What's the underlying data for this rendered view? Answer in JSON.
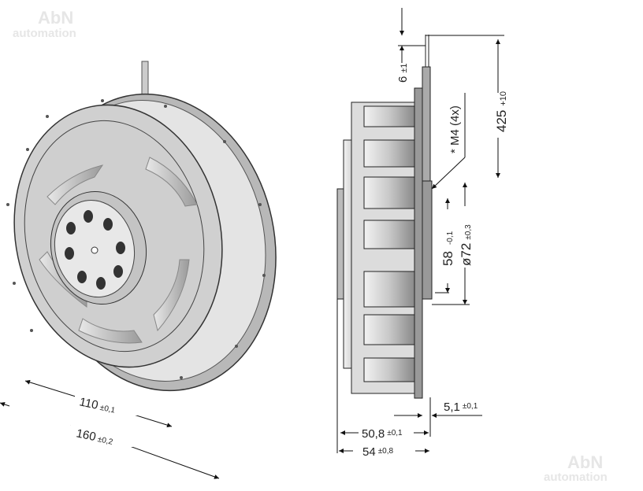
{
  "watermarks": [
    {
      "line1": "AbN",
      "line2": "automation"
    },
    {
      "line1": "AbN",
      "line2": "automation"
    }
  ],
  "dimensions": {
    "inner_diameter": {
      "value": "110",
      "tol": "±0,1"
    },
    "outer_diameter": {
      "value": "160",
      "tol": "±0,2"
    },
    "cable_offset": {
      "value": "6",
      "tol": "±1"
    },
    "cable_length": {
      "value": "425",
      "tol": "+10"
    },
    "thread": {
      "label": "* M4 (4x)"
    },
    "hole_spacing": {
      "value": "58",
      "tol": "-0,1"
    },
    "flange_diameter": {
      "value": "ø72",
      "tol": "±0,3"
    },
    "flange_thickness": {
      "value": "5,1",
      "tol": "±0,1"
    },
    "width_inner": {
      "value": "50,8",
      "tol": "±0,1"
    },
    "width_total": {
      "value": "54",
      "tol": "±0,8"
    }
  },
  "colors": {
    "line": "#111111",
    "metal_light": "#d8d8d8",
    "metal_mid": "#a8a8a8",
    "metal_dark": "#7a7a7a"
  }
}
